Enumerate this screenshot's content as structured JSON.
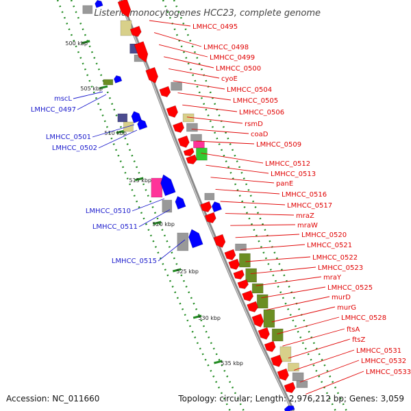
{
  "title": "Listeria monocytogenes HCC23, complete genome",
  "ticks": [
    "500 kbp",
    "505 kbp",
    "510 kbp",
    "515 kbp",
    "520 kbp",
    "525 kbp",
    "530 kbp",
    "535 kbp"
  ],
  "forward_labels": [
    "LMHCC_0495",
    "LMHCC_0498",
    "LMHCC_0499",
    "LMHCC_0500",
    "cyoE",
    "LMHCC_0504",
    "LMHCC_0505",
    "LMHCC_0506",
    "rsmD",
    "coaD",
    "LMHCC_0509",
    "LMHCC_0512",
    "LMHCC_0513",
    "panE",
    "LMHCC_0516",
    "LMHCC_0517",
    "mraZ",
    "mraW",
    "LMHCC_0520",
    "LMHCC_0521",
    "LMHCC_0522",
    "LMHCC_0523",
    "mraY",
    "LMHCC_0525",
    "murD",
    "murG",
    "LMHCC_0528",
    "ftsA",
    "ftsZ",
    "LMHCC_0531",
    "LMHCC_0532",
    "LMHCC_0533"
  ],
  "reverse_labels": [
    "mscL",
    "LMHCC_0497",
    "LMHCC_0501",
    "LMHCC_0502",
    "LMHCC_0510",
    "LMHCC_0511",
    "LMHCC_0515"
  ],
  "footer": {
    "accession": "Accession: NC_011660",
    "topology": "Topology: circular; Length: 2,976,212 bp; Genes: 3,059"
  },
  "colors": {
    "forward_cds": "#ff0000",
    "reverse_cds": "#0000ff",
    "forward_label": "#e00000",
    "reverse_label": "#1a1acc",
    "backbone": "#8a8a8a",
    "tick_dots": "#228b22",
    "cog_olive": "#6b8e23",
    "cog_khaki": "#d8d08a",
    "cog_gray": "#999999",
    "cog_pink": "#ff3399",
    "cog_slate": "#4b4b8f",
    "cog_green": "#33cc33"
  }
}
